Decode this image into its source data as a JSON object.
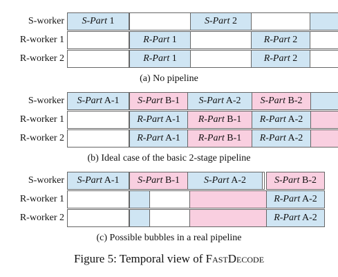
{
  "panels": [
    {
      "caption": "(a) No pipeline",
      "rows": [
        {
          "label": "S-worker",
          "cells": [
            {
              "ital": "S-Part",
              "text": " 1",
              "color": "blue"
            },
            {
              "ital": "",
              "text": "",
              "color": "white"
            },
            {
              "ital": "S-Part",
              "text": " 2",
              "color": "blue"
            },
            {
              "ital": "",
              "text": "",
              "color": "white"
            },
            {
              "ital": "",
              "text": "",
              "color": "blue"
            }
          ]
        },
        {
          "label": "R-worker 1",
          "cells": [
            {
              "ital": "",
              "text": "",
              "color": "white"
            },
            {
              "ital": "R-Part",
              "text": " 1",
              "color": "blue"
            },
            {
              "ital": "",
              "text": "",
              "color": "white"
            },
            {
              "ital": "R-Part",
              "text": " 2",
              "color": "blue"
            },
            {
              "ital": "",
              "text": "",
              "color": "white"
            }
          ]
        },
        {
          "label": "R-worker 2",
          "cells": [
            {
              "ital": "",
              "text": "",
              "color": "white"
            },
            {
              "ital": "R-Part",
              "text": " 1",
              "color": "blue"
            },
            {
              "ital": "",
              "text": "",
              "color": "white"
            },
            {
              "ital": "R-Part",
              "text": " 2",
              "color": "blue"
            },
            {
              "ital": "",
              "text": "",
              "color": "white"
            }
          ]
        }
      ]
    },
    {
      "caption": "(b) Ideal case of the basic 2-stage pipeline",
      "rows": [
        {
          "label": "S-worker",
          "cells": [
            {
              "ital": "S-Part",
              "text": " A-1",
              "color": "blue"
            },
            {
              "ital": "S-Part",
              "text": " B-1",
              "color": "pink"
            },
            {
              "ital": "S-Part",
              "text": " A-2",
              "color": "blue"
            },
            {
              "ital": "S-Part",
              "text": " B-2",
              "color": "pink"
            },
            {
              "ital": "",
              "text": "",
              "color": "blue"
            }
          ]
        },
        {
          "label": "R-worker 1",
          "cells": [
            {
              "ital": "",
              "text": "",
              "color": "white"
            },
            {
              "ital": "R-Part",
              "text": " A-1",
              "color": "blue"
            },
            {
              "ital": "R-Part",
              "text": " B-1",
              "color": "pink"
            },
            {
              "ital": "R-Part",
              "text": " A-2",
              "color": "blue"
            },
            {
              "ital": "",
              "text": "",
              "color": "pink"
            }
          ]
        },
        {
          "label": "R-worker 2",
          "cells": [
            {
              "ital": "",
              "text": "",
              "color": "white"
            },
            {
              "ital": "R-Part",
              "text": " A-1",
              "color": "blue"
            },
            {
              "ital": "R-Part",
              "text": " B-1",
              "color": "pink"
            },
            {
              "ital": "R-Part",
              "text": " A-2",
              "color": "blue"
            },
            {
              "ital": "",
              "text": "",
              "color": "pink"
            }
          ]
        }
      ]
    },
    {
      "caption": "(c) Possible bubbles in a real pipeline",
      "rows": [
        {
          "label": "S-worker",
          "cells": [
            {
              "ital": "S-Part",
              "text": " A-1",
              "color": "blue"
            },
            {
              "ital": "S-Part",
              "text": " B-1",
              "color": "pink"
            },
            {
              "ital": "S-Part",
              "text": " A-2",
              "color": "blue"
            },
            {
              "ital": "",
              "text": "",
              "color": "white"
            },
            {
              "ital": "S-Part",
              "text": " B-2",
              "color": "pink"
            }
          ]
        },
        {
          "label": "R-worker 1",
          "cells": [
            {
              "ital": "",
              "text": "",
              "color": "white"
            },
            {
              "ital": "",
              "text": "",
              "color": "blue"
            },
            {
              "ital": "",
              "text": "",
              "color": "white"
            },
            {
              "ital": "",
              "text": "",
              "color": "pink"
            },
            {
              "ital": "R-Part",
              "text": " A-2",
              "color": "blue"
            }
          ]
        },
        {
          "label": "R-worker 2",
          "cells": [
            {
              "ital": "",
              "text": "",
              "color": "white"
            },
            {
              "ital": "",
              "text": "",
              "color": "blue"
            },
            {
              "ital": "",
              "text": "",
              "color": "white"
            },
            {
              "ital": "",
              "text": "",
              "color": "pink"
            },
            {
              "ital": "R-Part",
              "text": " A-2",
              "color": "blue"
            }
          ]
        }
      ]
    }
  ],
  "figure": {
    "prefix": "Figure 5: Temporal view of ",
    "name": "FastDecode"
  },
  "colors": {
    "blue": "#cfe5f3",
    "pink": "#f9cfe0",
    "white": "#ffffff",
    "border": "#666666"
  }
}
